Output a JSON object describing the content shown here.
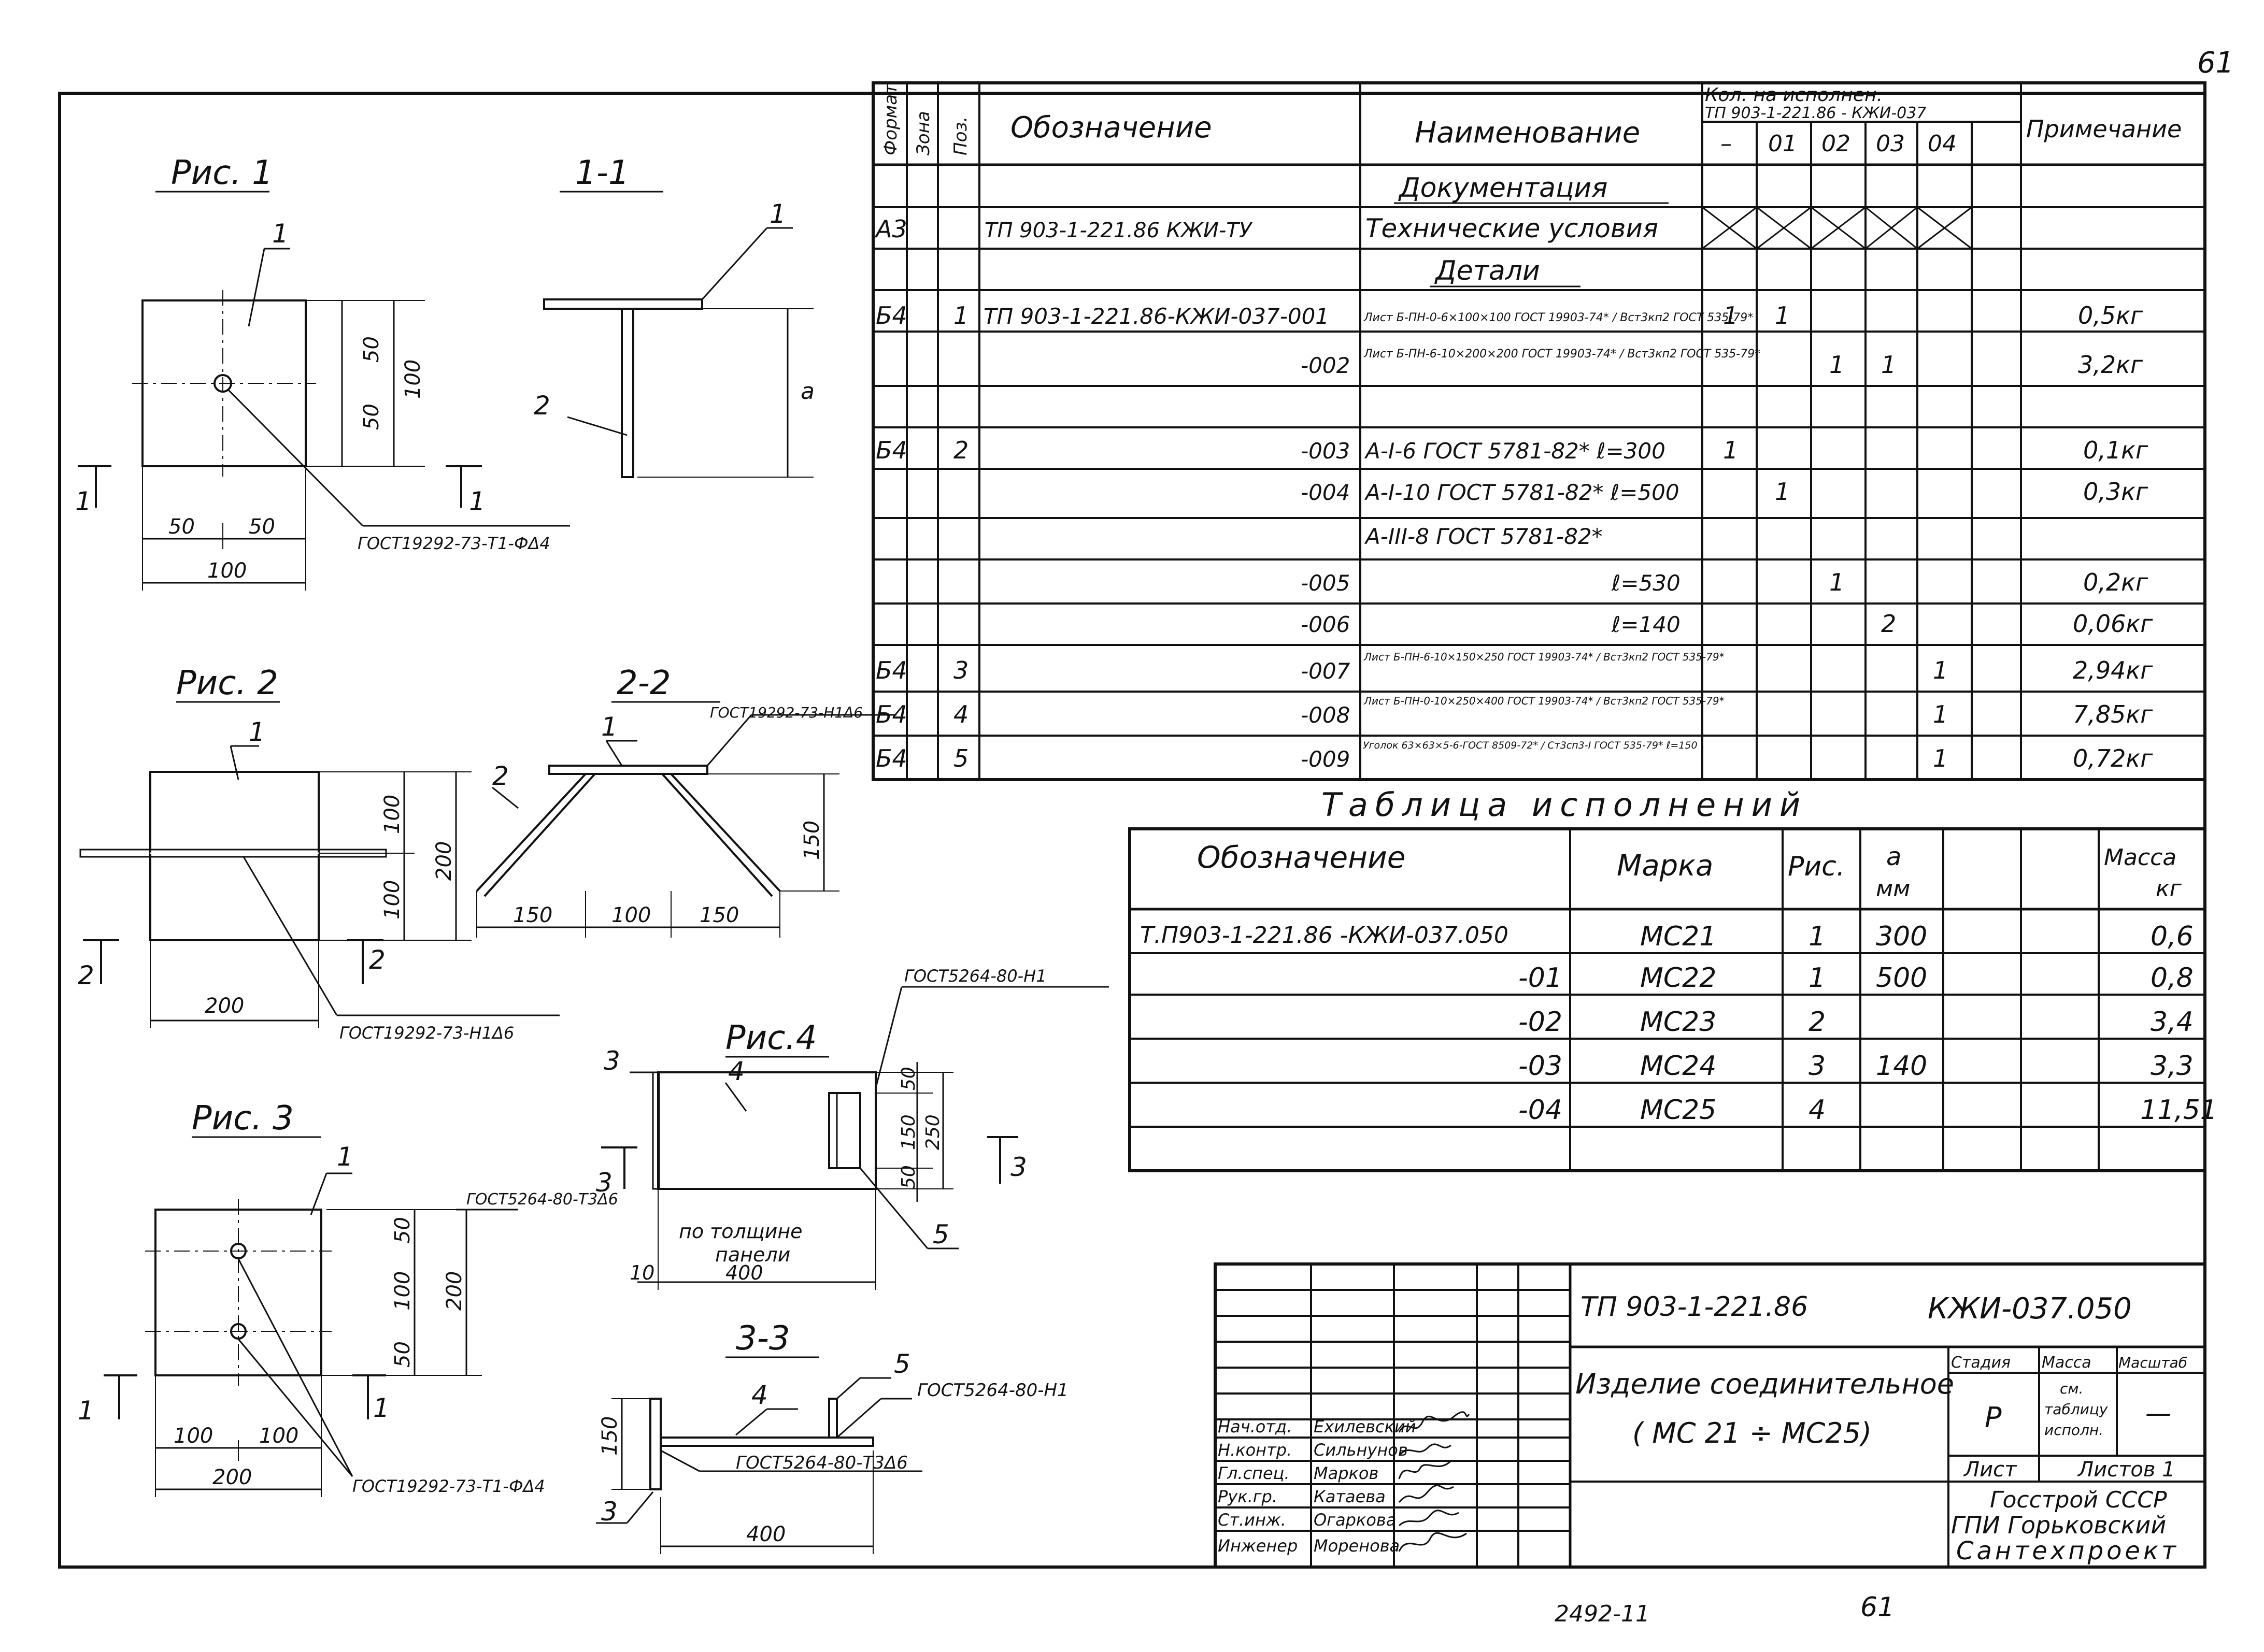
{
  "sheet": {
    "number": "61",
    "footer_inventory": "2492-11",
    "footer_page": "61"
  },
  "spec": {
    "headers": {
      "format": "Формат",
      "zone": "Зона",
      "pos": "Поз.",
      "designation": "Обозначение",
      "name": "Наименование",
      "qty_title_line1": "Кол. на исполнен.",
      "qty_title_line2": "ТП 903-1-221.86 - КЖИ-037",
      "qty_cols": [
        "–",
        "01",
        "02",
        "03",
        "04",
        ""
      ],
      "note": "Примечание"
    },
    "rows": [
      {
        "format": "",
        "pos": "",
        "designation": "",
        "name": "Документация",
        "qty": [
          "",
          "",
          "",
          "",
          "",
          ""
        ],
        "note": ""
      },
      {
        "format": "А3",
        "pos": "",
        "designation": "ТП 903-1-221.86  КЖИ-ТУ",
        "name": "Технические условия",
        "qty": [
          "",
          "",
          "",
          "",
          "",
          ""
        ],
        "note": ""
      },
      {
        "format": "",
        "pos": "",
        "designation": "",
        "name": "Детали",
        "qty": [
          "",
          "",
          "",
          "",
          "",
          ""
        ],
        "note": ""
      },
      {
        "format": "Б4",
        "pos": "1",
        "designation": "ТП 903-1-221.86-КЖИ-037-001",
        "name": "Лист  Б-ПН-0-6×100×100 ГОСТ 19903-74* / Вст3кп2 ГОСТ 535-79*",
        "qty": [
          "1",
          "1",
          "",
          "",
          "",
          ""
        ],
        "note": "0,5кг"
      },
      {
        "format": "",
        "pos": "",
        "designation": "-002",
        "name": "Лист  Б-ПН-6-10×200×200 ГОСТ 19903-74* / Вст3кп2 ГОСТ 535-79*",
        "qty": [
          "",
          "",
          "1",
          "1",
          "",
          ""
        ],
        "note": "3,2кг"
      },
      {
        "format": "",
        "pos": "",
        "designation": "",
        "name": "",
        "qty": [
          "",
          "",
          "",
          "",
          "",
          ""
        ],
        "note": ""
      },
      {
        "format": "Б4",
        "pos": "2",
        "designation": "-003",
        "name": "А-I-6 ГОСТ 5781-82*  ℓ=300",
        "qty": [
          "1",
          "",
          "",
          "",
          "",
          ""
        ],
        "note": "0,1кг"
      },
      {
        "format": "",
        "pos": "",
        "designation": "-004",
        "name": "А-I-10 ГОСТ 5781-82*  ℓ=500",
        "qty": [
          "",
          "1",
          "",
          "",
          "",
          ""
        ],
        "note": "0,3кг"
      },
      {
        "format": "",
        "pos": "",
        "designation": "",
        "name": "А-III-8 ГОСТ 5781-82*",
        "qty": [
          "",
          "",
          "",
          "",
          "",
          ""
        ],
        "note": ""
      },
      {
        "format": "",
        "pos": "",
        "designation": "-005",
        "name": "ℓ=530",
        "qty": [
          "",
          "",
          "1",
          "",
          "",
          ""
        ],
        "note": "0,2кг"
      },
      {
        "format": "",
        "pos": "",
        "designation": "-006",
        "name": "ℓ=140",
        "qty": [
          "",
          "",
          "",
          "2",
          "",
          ""
        ],
        "note": "0,06кг"
      },
      {
        "format": "Б4",
        "pos": "3",
        "designation": "-007",
        "name": "Лист  Б-ПН-6-10×150×250 ГОСТ 19903-74* / Вст3кп2 ГОСТ 535-79*",
        "qty": [
          "",
          "",
          "",
          "",
          "1",
          ""
        ],
        "note": "2,94кг"
      },
      {
        "format": "Б4",
        "pos": "4",
        "designation": "-008",
        "name": "Лист  Б-ПН-0-10×250×400 ГОСТ 19903-74* / Вст3кп2 ГОСТ 535-79*",
        "qty": [
          "",
          "",
          "",
          "",
          "1",
          ""
        ],
        "note": "7,85кг"
      },
      {
        "format": "Б4",
        "pos": "5",
        "designation": "-009",
        "name": "Уголок 63×63×5-6-ГОСТ 8509-72* / Ст3сп3-I ГОСТ 535-79* ℓ=150",
        "qty": [
          "",
          "",
          "",
          "",
          "1",
          ""
        ],
        "note": "0,72кг"
      }
    ]
  },
  "executions": {
    "title": "Таблица исполнений",
    "headers": {
      "designation": "Обозначение",
      "mark": "Марка",
      "fig": "Рис.",
      "a_line1": "а",
      "a_line2": "мм",
      "mass_line1": "Масса",
      "mass_line2": "кг"
    },
    "rows": [
      {
        "designation": "Т.П903-1-221.86 -КЖИ-037.050",
        "mark": "МС21",
        "fig": "1",
        "a": "300",
        "mass": "0,6"
      },
      {
        "designation": "-01",
        "mark": "МС22",
        "fig": "1",
        "a": "500",
        "mass": "0,8"
      },
      {
        "designation": "-02",
        "mark": "МС23",
        "fig": "2",
        "a": "",
        "mass": "3,4"
      },
      {
        "designation": "-03",
        "mark": "МС24",
        "fig": "3",
        "a": "140",
        "mass": "3,3"
      },
      {
        "designation": "-04",
        "mark": "МС25",
        "fig": "4",
        "a": "",
        "mass": "11,51"
      }
    ]
  },
  "stamp": {
    "doc_code_left": "ТП 903-1-221.86",
    "doc_code_right": "КЖИ-037.050",
    "title_line1": "Изделие соединительное",
    "title_line2": "( МС 21 ÷ МС25)",
    "stage_label": "Стадия",
    "mass_label": "Масса",
    "scale_label": "Масштаб",
    "stage_value": "Р",
    "mass_value_line1": "см.",
    "mass_value_line2": "таблицу",
    "mass_value_line3": "исполн.",
    "scale_value": "—",
    "sheet_label": "Лист",
    "sheets_label": "Листов 1",
    "org_line1": "Госстрой СССР",
    "org_line2": "ГПИ Горьковский",
    "org_line3": "Сантехпроект",
    "signers": [
      {
        "role": "Нач.отд.",
        "name": "Ехилевский"
      },
      {
        "role": "Н.контр.",
        "name": "Сильнунов"
      },
      {
        "role": "Гл.спец.",
        "name": "Марков"
      },
      {
        "role": "Рук.гр.",
        "name": "Катаева"
      },
      {
        "role": "Ст.инж.",
        "name": "Огаркова"
      },
      {
        "role": "Инженер",
        "name": "Моренова"
      }
    ]
  },
  "figures": {
    "fig1": {
      "title": "Рис. 1",
      "section": "1-1",
      "pos1": "1",
      "pos2": "2",
      "pos1b": "1",
      "dim_50a": "50",
      "dim_50b": "50",
      "dim_100v": "100",
      "dim_50h1": "50",
      "dim_50h2": "50",
      "dim_100h": "100",
      "dim_a": "а",
      "cut": "1",
      "gost": "ГОСТ19292-73-Т1-ФΔ4"
    },
    "fig2": {
      "title": "Рис. 2",
      "section": "2-2",
      "pos1": "1",
      "pos1b": "1",
      "pos2": "2",
      "dim_100a": "100",
      "dim_100b": "100",
      "dim_200v": "200",
      "dim_150v": "150",
      "dim_150a": "150",
      "dim_100c": "100",
      "dim_150b": "150",
      "dim_200h": "200",
      "cut": "2",
      "gost_top": "ГОСТ19292-73-Н1Δ6",
      "gost_bottom": "ГОСТ19292-73-Н1Δ6"
    },
    "fig3": {
      "title": "Рис. 3",
      "section": "3-3",
      "pos1": "1",
      "pos3": "3",
      "pos4": "4",
      "pos5": "5",
      "dim_50a": "50",
      "dim_100": "100",
      "dim_50b": "50",
      "dim_200v": "200",
      "dim_100h1": "100",
      "dim_100h2": "100",
      "dim_200h": "200",
      "dim_150": "150",
      "dim_400": "400",
      "cut": "1",
      "gost_weld1": "ГОСТ5264-80-Т3Δ6",
      "gost_main": "ГОСТ19292-73-Т1-ФΔ4",
      "gost_weld2": "ГОСТ5264-80-Н1",
      "gost_weld3": "ГОСТ5264-80-Т3Δ6"
    },
    "fig4": {
      "title": "Рис.4",
      "pos3": "3",
      "pos4": "4",
      "pos5": "5",
      "dim_50a": "50",
      "dim_150": "150",
      "dim_50b": "50",
      "dim_250": "250",
      "dim_400_line1": "по толщине",
      "dim_400_line2": "панели",
      "dim_400": "400",
      "dim_10": "10",
      "cut": "3",
      "gost": "ГОСТ5264-80-Н1"
    }
  }
}
